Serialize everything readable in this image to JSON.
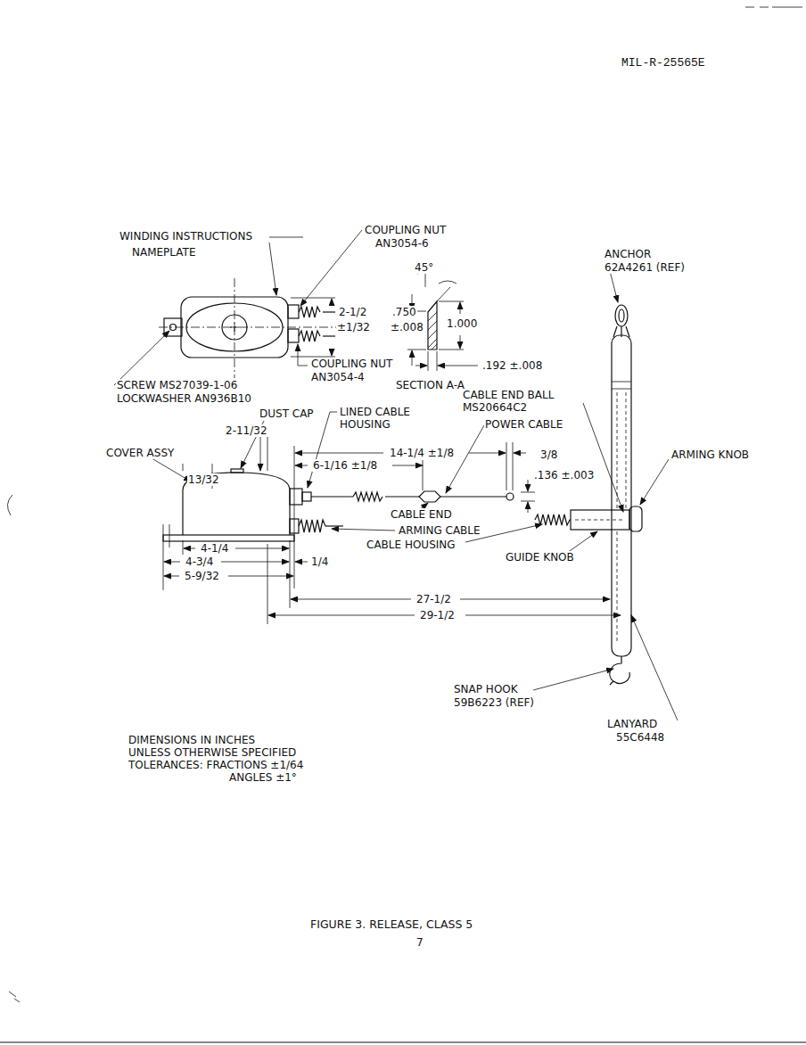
{
  "diagram": {
    "caption": "FIGURE 3. RELEASE, CLASS 5",
    "labels": [
      "MIL-R-25565E",
      "WINDING INSTRUCTIONS",
      "NAMEPLATE",
      "COUPLING NUT",
      "AN3054-6",
      "45°",
      "ANCHOR",
      "62A4261 (REF)",
      "2-1/2",
      "±1/32",
      ".750",
      "±.008",
      "1.000",
      "COUPLING NUT",
      "AN3054-4",
      ".192 ±.008",
      "SECTION A-A",
      "SCREW MS27039-1-06",
      "LOCKWASHER AN936B10",
      "CABLE END BALL",
      "MS20664C2",
      "DUST CAP",
      "LINED CABLE",
      "HOUSING",
      "POWER CABLE",
      "COVER ASSY",
      "2-11/32",
      "14-1/4 ±1/8",
      "3/8",
      "ARMING KNOB",
      "6-1/16 ±1/8",
      ".136 ±.003",
      "13/32",
      "CABLE END",
      "ARMING CABLE",
      "CABLE HOUSING",
      "GUIDE KNOB",
      "4-1/4",
      "4-3/4",
      "1/4",
      "5-9/32",
      "27-1/2",
      "29-1/2",
      "SNAP HOOK",
      "59B6223 (REF)",
      "LANYARD",
      "55C6448",
      "DIMENSIONS IN INCHES",
      "UNLESS OTHERWISE SPECIFIED",
      "TOLERANCES: FRACTIONS ±1/64",
      "ANGLES ±1°",
      "7"
    ]
  }
}
